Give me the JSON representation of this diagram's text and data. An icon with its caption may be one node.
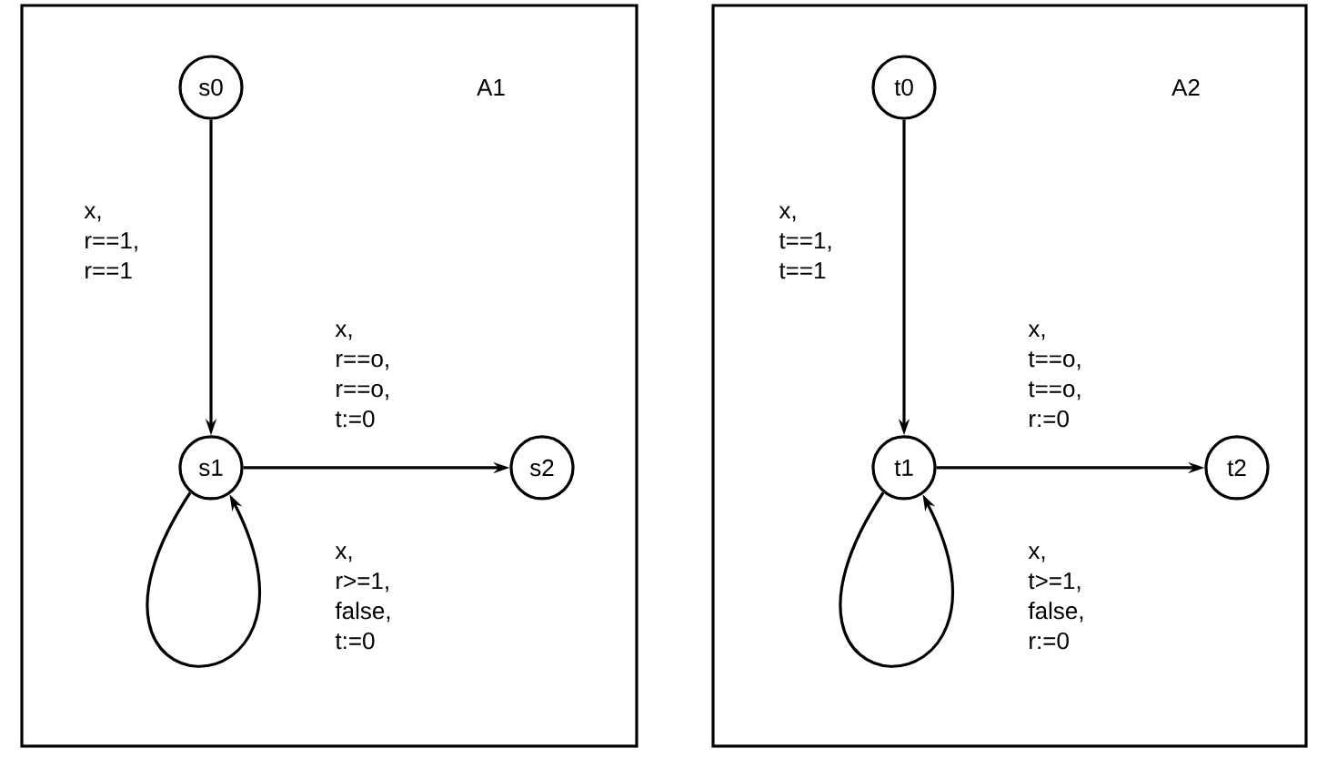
{
  "diagram": {
    "nodes": [
      {
        "text": [
          "A1"
        ]
      },
      {
        "text": [
          "s0"
        ],
        "in": 0
      },
      {
        "text": [
          "s1"
        ],
        "in": 0
      },
      {
        "text": [
          "s2"
        ],
        "in": 0
      },
      {
        "text": [
          "A2"
        ]
      },
      {
        "text": [
          "t0"
        ],
        "in": 4
      },
      {
        "text": [
          "t1"
        ],
        "in": 4
      },
      {
        "text": [
          "t2"
        ],
        "in": 4
      }
    ],
    "edges": [
      {
        "from": 1,
        "to": 2,
        "arrow": "to",
        "label": "x, r==1, r==1"
      },
      {
        "from": 2,
        "to": 3,
        "arrow": "to",
        "label": "x, r==o, r==o, t:=0"
      },
      {
        "from": 2,
        "to": 2,
        "arrow": "to",
        "label": "x, r>=1, false, t:=0"
      },
      {
        "from": 5,
        "to": 6,
        "arrow": "to",
        "label": "x, t==1, t==1"
      },
      {
        "from": 6,
        "to": 7,
        "arrow": "to",
        "label": "x, t==o, t==o, r:=0"
      },
      {
        "from": 6,
        "to": 6,
        "arrow": "to",
        "label": "x, t>=1, false, r:=0"
      }
    ]
  }
}
